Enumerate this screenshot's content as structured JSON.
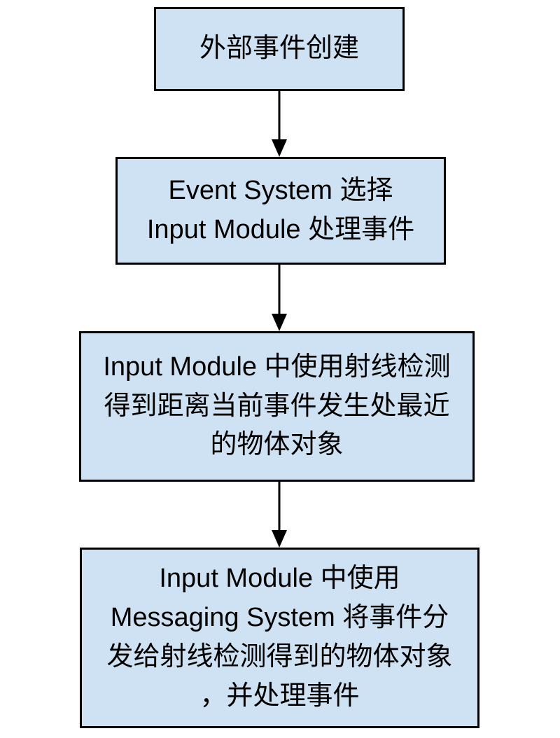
{
  "diagram": {
    "type": "flowchart",
    "direction": "top-down",
    "colors": {
      "background": "#ffffff",
      "node_fill": "#cfe2f3",
      "node_border": "#000000",
      "text": "#000000",
      "arrow": "#000000"
    },
    "nodes": [
      {
        "id": "external-event-created",
        "lines": [
          "外部事件创建"
        ]
      },
      {
        "id": "event-system-selects-input-module",
        "lines": [
          "Event System 选择",
          "Input Module 处理事件"
        ]
      },
      {
        "id": "input-module-raycast-nearest-object",
        "lines": [
          "Input Module 中使用射线检测",
          "得到距离当前事件发生处最近",
          "的物体对象"
        ]
      },
      {
        "id": "input-module-messaging-dispatch",
        "lines": [
          "Input Module 中使用",
          "Messaging System 将事件分",
          "发给射线检测得到的物体对象",
          "，并处理事件"
        ]
      }
    ],
    "edges": [
      {
        "from": "external-event-created",
        "to": "event-system-selects-input-module"
      },
      {
        "from": "event-system-selects-input-module",
        "to": "input-module-raycast-nearest-object"
      },
      {
        "from": "input-module-raycast-nearest-object",
        "to": "input-module-messaging-dispatch"
      }
    ]
  }
}
